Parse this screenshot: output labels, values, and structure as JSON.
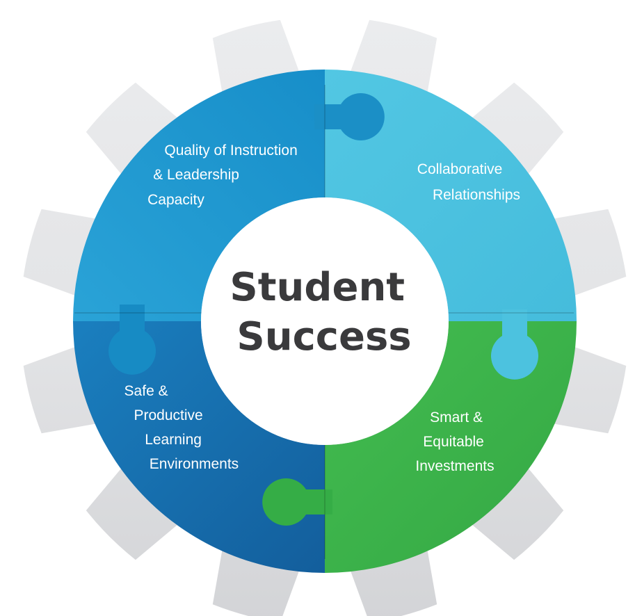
{
  "center": {
    "line1": "Student",
    "line2": "Success"
  },
  "quadrants": {
    "top_left": {
      "lines": [
        "Quality of Instruction",
        "& Leadership",
        "Capacity"
      ],
      "color": "#1f9ad3"
    },
    "top_right": {
      "lines": [
        "Collaborative",
        "Relationships"
      ],
      "color": "#4dc3e0"
    },
    "bottom_left": {
      "lines": [
        "Safe &",
        "Productive",
        "Learning",
        "Environments"
      ],
      "color": "#1776b6"
    },
    "bottom_right": {
      "lines": [
        "Smart &",
        "Equitable",
        "Investments"
      ],
      "color": "#3bb54a"
    }
  },
  "colors": {
    "gear": "#e3e4e6",
    "gear_shade": "#cfd0d3",
    "center_text": "#3a3a3c"
  }
}
